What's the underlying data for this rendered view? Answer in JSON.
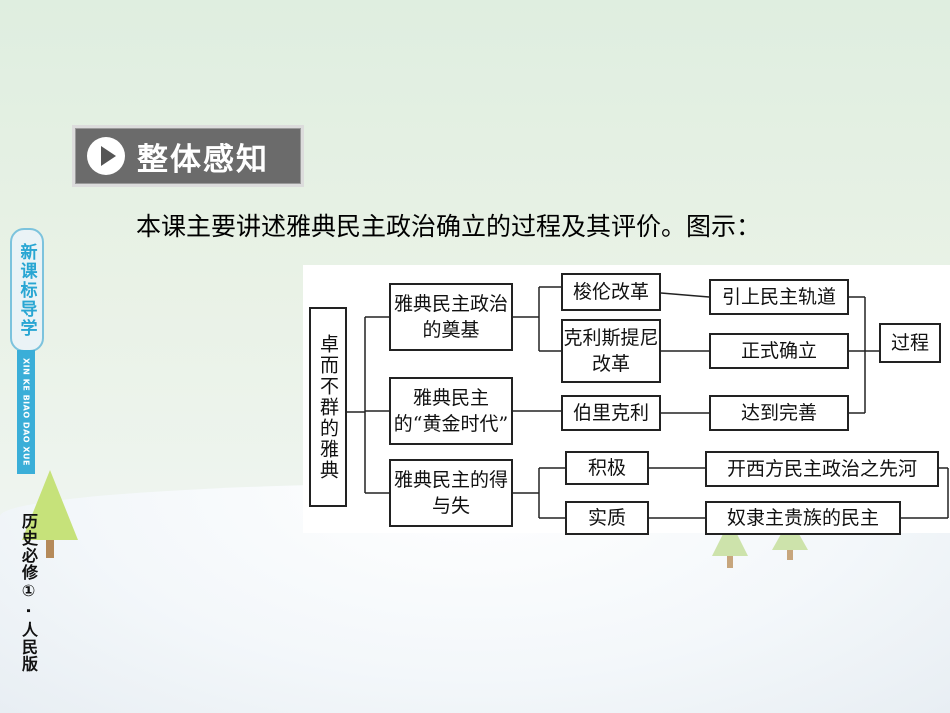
{
  "sidebar": {
    "title": "新课标导学",
    "pinyin": "XIN KE BIAO DAO XUE",
    "book": "历史必修① · 人民版"
  },
  "section": {
    "badge_label": "整体感知"
  },
  "intro_text": "本课主要讲述雅典民主政治确立的过程及其评价。图示：",
  "diagram": {
    "root": "卓而不群的雅典",
    "branches": [
      {
        "label": "雅典民主政治的奠基"
      },
      {
        "label": "雅典民主的“黄金时代”"
      },
      {
        "label": "雅典民主的得与失"
      }
    ],
    "level2": [
      {
        "label": "梭伦改革"
      },
      {
        "label": "克利斯提尼改革"
      },
      {
        "label": "伯里克利"
      },
      {
        "label": "积极"
      },
      {
        "label": "实质"
      }
    ],
    "level3": [
      {
        "label": "引上民主轨道"
      },
      {
        "label": "正式确立"
      },
      {
        "label": "达到完善"
      },
      {
        "label": "开西方民主政治之先河"
      },
      {
        "label": "奴隶主贵族的民主"
      }
    ],
    "summary": "过程"
  }
}
